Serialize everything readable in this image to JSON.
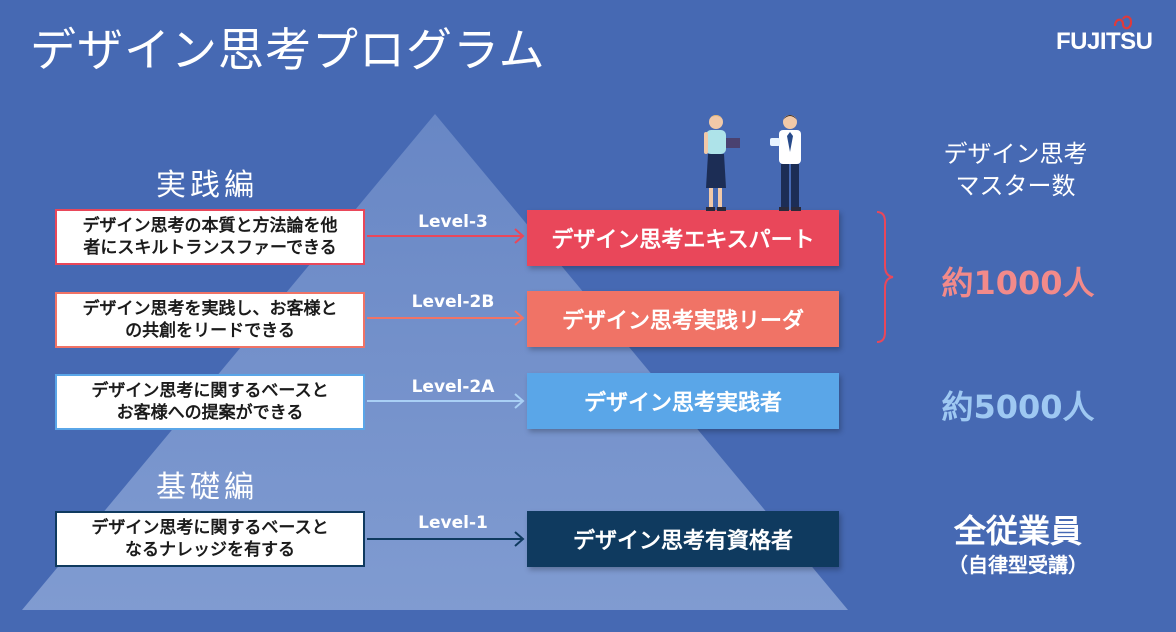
{
  "title": "デザイン思考プログラム",
  "logo": "FUJITSU",
  "sections": {
    "practice": "実践編",
    "basic": "基礎編"
  },
  "descriptions": [
    "デザイン思考の本質と方法論を他\n者にスキルトランスファーできる",
    "デザイン思考を実践し、お客様と\nの共創をリードできる",
    "デザイン思考に関するベースと\nお客様への提案ができる",
    "デザイン思考に関するベースと\nなるナレッジを有する"
  ],
  "levels": [
    "Level-3",
    "Level-2B",
    "Level-2A",
    "Level-1"
  ],
  "level_titles": [
    "デザイン思考エキスパート",
    "デザイン思考実践リーダ",
    "デザイン思考実践者",
    "デザイン思考有資格者"
  ],
  "right": {
    "heading": "デザイン思考\nマスター数",
    "count_1": "約1000人",
    "count_2": "約5000人",
    "count_3": "全従業員",
    "count_3_sub": "（自律型受講）"
  },
  "colors": {
    "background": "#4669b3",
    "expert": "#e9475a",
    "leader": "#f07366",
    "practitioner": "#5aa6e8",
    "qualified": "#0f3a5f",
    "count_1000": "#f28a8a",
    "count_5000": "#9ec8f2"
  },
  "icons": [
    "people-illustration-icon",
    "curly-brace-icon"
  ]
}
